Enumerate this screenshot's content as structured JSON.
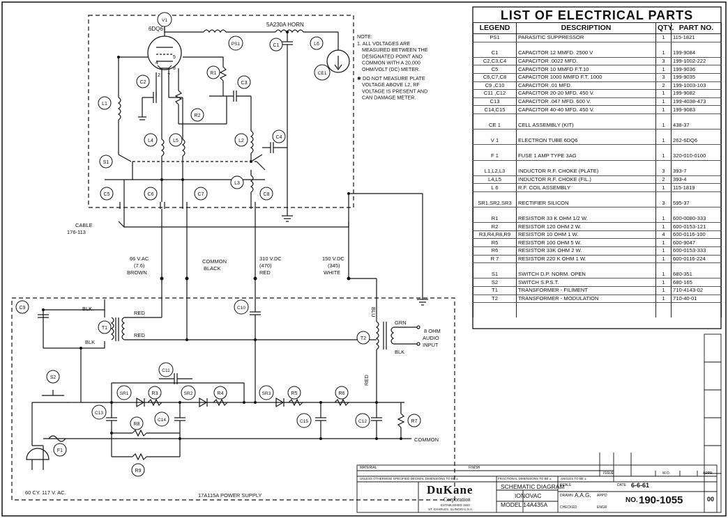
{
  "schematic": {
    "upper_labels": {
      "tube_type": "6DQ6",
      "horn": "5A230A HORN",
      "cable": "CABLE",
      "cable_num": "176-113",
      "v66": "66 V.AC",
      "v66b": "(7.6)",
      "v66c": "BROWN",
      "common": "COMMON",
      "black": "BLACK",
      "v310": "310 V.DC",
      "v310b": "(470)",
      "v310c": "RED",
      "v150": "150 V.DC",
      "v150b": "(345)",
      "v150c": "WHITE"
    },
    "note": {
      "title": "NOTE:",
      "lines": [
        "1. ALL VOLTAGES ARE",
        "MEASURED BETWEEN THE",
        "DESIGNATED POINT AND",
        "COMMON WITH A 20,000",
        "OHM/VOLT (DC) METER.",
        "✱ DO NOT MEASURE PLATE",
        "VOLTAGE ABOVE L2, RF",
        "VOLTAGE IS PRESENT AND",
        "CAN DAMAGE METER."
      ]
    },
    "components": {
      "V1": "V1",
      "PS1": "PS1",
      "C1": "C1",
      "L6": "L6",
      "CE1": "CE1",
      "R1": "R1",
      "C2": "C2",
      "C3": "C3",
      "R2": "R2",
      "L1": "L1",
      "L4": "L4",
      "L5": "L5",
      "L2": "L2",
      "C4": "C4",
      "S1": "S1",
      "L3": "L3",
      "C5": "C5",
      "C6": "C6",
      "C7": "C7",
      "C8": "C8",
      "C9": "C9",
      "T1": "T1",
      "C10": "C10",
      "T2": "T2",
      "C11": "C11",
      "S2": "S2",
      "SR1": "SR1",
      "R3": "R3",
      "SR2": "SR2",
      "R4": "R4",
      "SR3": "SR3",
      "R5": "R5",
      "R6": "R6",
      "C13": "C13",
      "R8": "R8",
      "C14": "C14",
      "C15": "C15",
      "C12": "C12",
      "R7": "R7",
      "F1": "F1",
      "R9": "R9"
    },
    "pins": {
      "p4": "4",
      "p5": "5",
      "p8": "8",
      "p2": "2",
      "p7": "7"
    },
    "wire_labels": {
      "blk1": "BLK.",
      "red1": "RED",
      "blk2": "BLK",
      "red2": "RED",
      "blu": "BLU",
      "grn": "GRN",
      "blk3": "BLK",
      "red3": "RED",
      "audio1": "8 OHM",
      "audio2": "AUDIO",
      "audio3": "INPUT",
      "common2": "COMMON"
    },
    "lower_labels": {
      "mains": "60 CY. 117 V. AC.",
      "supply": "17A115A POWER SUPPLY"
    }
  },
  "parts_list": {
    "title": "LIST OF ELECTRICAL PARTS",
    "headers": {
      "legend": "LEGEND",
      "description": "DESCRIPTION",
      "qty": "QTY.",
      "part_no": "PART NO."
    },
    "rows": [
      {
        "legend": "PS1",
        "description": "PARASITIC SUPPRESSOR",
        "qty": "1",
        "part_no": "115-1821"
      },
      {
        "legend": "",
        "description": "",
        "qty": "",
        "part_no": ""
      },
      {
        "legend": "C1",
        "description": "CAPACITOR 12 MMFD. 2500 V",
        "qty": "1",
        "part_no": "199-9084"
      },
      {
        "legend": "C2,C3,C4",
        "description": "CAPACITOR .0022 MFD.",
        "qty": "3",
        "part_no": "199-1002-222"
      },
      {
        "legend": "C5",
        "description": "CAPACITOR 10 MMFD F.T.10",
        "qty": "1",
        "part_no": "199-9036"
      },
      {
        "legend": "C6,C7,C8",
        "description": "CAPACITOR 1000 MMFD F.T. 1000",
        "qty": "3",
        "part_no": "199-9035"
      },
      {
        "legend": "C9 ,C10",
        "description": "CAPACITOR .01 MFD.",
        "qty": "2",
        "part_no": "199-1003-103"
      },
      {
        "legend": "C11 ,C12",
        "description": "CAPACITOR 20-20 MFD. 450 V.",
        "qty": "1",
        "part_no": "199-9082"
      },
      {
        "legend": "C13",
        "description": "CAPACITOR .047 MFD. 600 V.",
        "qty": "1",
        "part_no": "199-4038-473"
      },
      {
        "legend": "C14,C15",
        "description": "CAPACITOR 40-40 MFD. 450 V.",
        "qty": "1",
        "part_no": "199-9083"
      },
      {
        "legend": "",
        "description": "",
        "qty": "",
        "part_no": ""
      },
      {
        "legend": "CE 1",
        "description": "CELL ASSEMBLY (KIT)",
        "qty": "1",
        "part_no": "438-37"
      },
      {
        "legend": "",
        "description": "",
        "qty": "",
        "part_no": ""
      },
      {
        "legend": "V 1",
        "description": "ELECTRON TUBE 6DQ6",
        "qty": "1",
        "part_no": "262-6DQ6"
      },
      {
        "legend": "",
        "description": "",
        "qty": "",
        "part_no": ""
      },
      {
        "legend": "F 1",
        "description": "FUSE 1 AMP TYPE 3AG",
        "qty": "1",
        "part_no": "320-010-0100"
      },
      {
        "legend": "",
        "description": "",
        "qty": "",
        "part_no": ""
      },
      {
        "legend": "L1,L2,L3",
        "description": "INDUCTOR R.F. CHOKE (PLATE)",
        "qty": "3",
        "part_no": "393-7"
      },
      {
        "legend": "L4,L5",
        "description": "INDUCTOR R.F. CHOKE (FIL.)",
        "qty": "2",
        "part_no": "393-4"
      },
      {
        "legend": "L 6",
        "description": "R.F. COIL ASSEMBLY",
        "qty": "1",
        "part_no": "115-1819"
      },
      {
        "legend": "",
        "description": "",
        "qty": "",
        "part_no": ""
      },
      {
        "legend": "SR1,SR2,SR3",
        "description": "RECTIFIER SILICON",
        "qty": "3",
        "part_no": "595-37"
      },
      {
        "legend": "",
        "description": "",
        "qty": "",
        "part_no": ""
      },
      {
        "legend": "R1",
        "description": "RESISTOR 33 K OHM 1/2 W.",
        "qty": "1",
        "part_no": "600-0080-333"
      },
      {
        "legend": "R2",
        "description": "RESISTOR 120 OHM 2 W.",
        "qty": "1",
        "part_no": "600-0153-121"
      },
      {
        "legend": "R3,R4,R8,R9",
        "description": "RESISTOR 10 OHM 1 W.",
        "qty": "4",
        "part_no": "600-0116-100"
      },
      {
        "legend": "R5",
        "description": "RESISTOR 100 OHM 5 W.",
        "qty": "1",
        "part_no": "600-9047"
      },
      {
        "legend": "R6",
        "description": "RESISTOR 33K OHM 2 W.",
        "qty": "1",
        "part_no": "600-0153-333"
      },
      {
        "legend": "R 7",
        "description": "RESISTOR 220 K OHM 1 W.",
        "qty": "1",
        "part_no": "600-0116-224"
      },
      {
        "legend": "",
        "description": "",
        "qty": "",
        "part_no": ""
      },
      {
        "legend": "S1",
        "description": "SWITCH D.P. NORM. OPEN",
        "qty": "1",
        "part_no": "680-351"
      },
      {
        "legend": "S2",
        "description": "SWITCH S.P.S.T.",
        "qty": "1",
        "part_no": "680-165"
      },
      {
        "legend": "T1",
        "description": "TRANSFORMER - FILIMENT",
        "qty": "1",
        "part_no": "710-4143-02"
      },
      {
        "legend": "T2",
        "description": "TRANSFORMER - MODULATION",
        "qty": "1",
        "part_no": "710-40-01"
      },
      {
        "legend": "",
        "description": "",
        "qty": "",
        "part_no": ""
      },
      {
        "legend": "",
        "description": "",
        "qty": "",
        "part_no": ""
      }
    ]
  },
  "title_block": {
    "company": "DuKane",
    "company_sub": "Corporation",
    "company_est": "ESTABLISHED 1922",
    "company_city": "ST. CHARLES, ILLINOIS U.S.A.",
    "title1": "SCHEMATIC DIAGRAM",
    "title2": "IONOVAC",
    "title3": "MODEL 14A435A",
    "drawn_label": "DRAWN",
    "drawn_by": "A.A.G.",
    "checked_label": "CHECKED",
    "scale_label": "SCALE",
    "appd_label": "APP'D",
    "engr_label": "ENGR",
    "date_label": "DATE",
    "date": "6-6-61",
    "dwg_prefix": "NO.",
    "dwg_no": "190-1055",
    "rev": "00",
    "material_label": "MATERIAL",
    "finish_label": "FINISH",
    "tolerance_note": "UNLESS OTHERWISE SPECIFIED DECIMAL DIMENSIONS TO BE ±",
    "fractional_note": "FRACTIONAL DIMENSIONS TO BE ±",
    "angles_note": "ANGLES TO BE ±",
    "issue_label": "ISSUE",
    "wo_label": "W.O.",
    "appr_label": "APPR"
  },
  "colors": {
    "ink": "#111111",
    "paper": "#ffffff"
  }
}
